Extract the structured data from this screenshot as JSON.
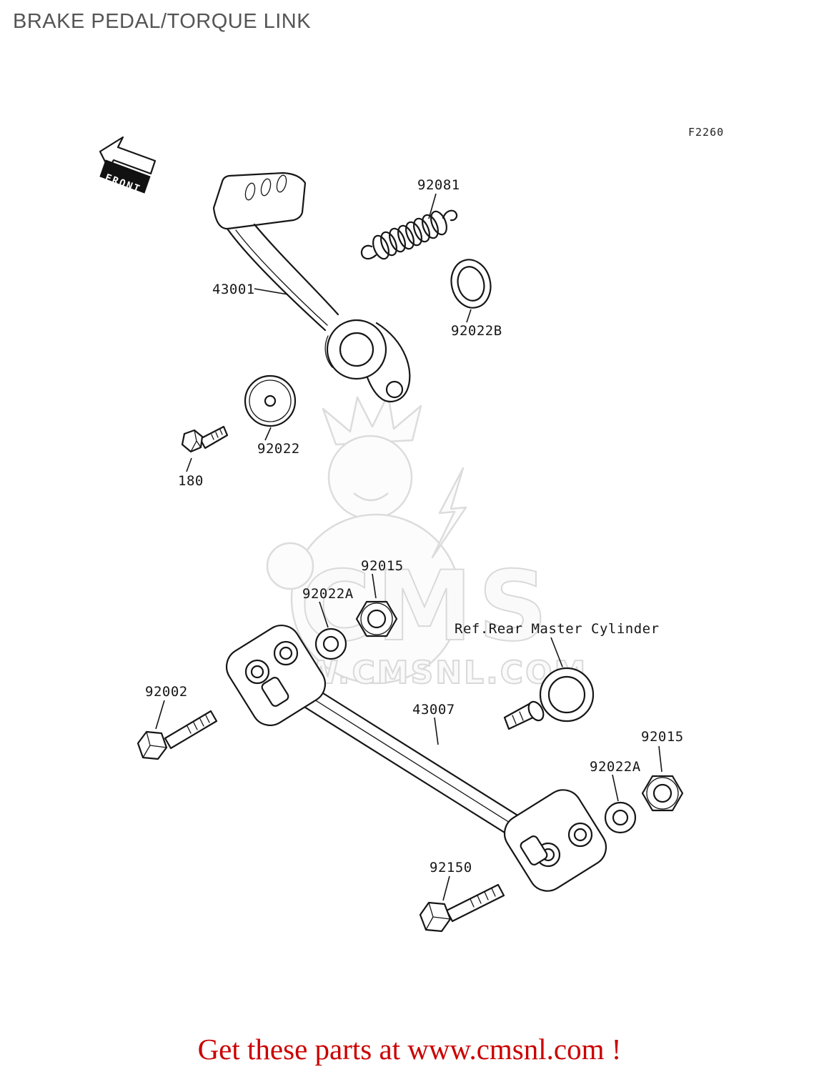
{
  "page": {
    "title": "BRAKE PEDAL/TORQUE LINK",
    "figure_code": "F2260",
    "front_label": "FRONT",
    "footer_text": "Get these parts at www.cmsnl.com !",
    "footer_color": "#cb0000",
    "line_color": "#161616"
  },
  "watermark": {
    "logo": "CMS",
    "url": "WWW.CMSNL.COM"
  },
  "labels": {
    "l92081": "92081",
    "l43001": "43001",
    "l92022B": "92022B",
    "l92022": "92022",
    "l180": "180",
    "l92015_left": "92015",
    "l92022A_left": "92022A",
    "ref_master_cylinder": "Ref.Rear Master Cylinder",
    "l92002": "92002",
    "l43007": "43007",
    "l92015_right": "92015",
    "l92022A_right": "92022A",
    "l92150": "92150"
  }
}
